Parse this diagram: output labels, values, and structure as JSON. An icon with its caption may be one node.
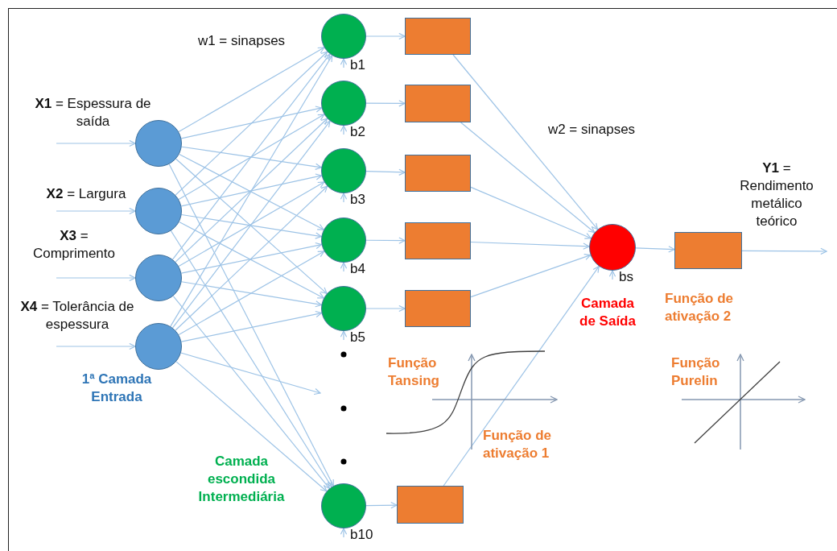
{
  "diagram": {
    "nodes": [
      {
        "text": [],
        "shape": "circle",
        "beside": [
          "**X1** = Espessura de saída"
        ]
      },
      {
        "text": [],
        "shape": "circle",
        "beside": [
          "**X2** = Largura"
        ]
      },
      {
        "text": [],
        "shape": "circle",
        "beside": [
          "**X3** = Comprimento"
        ]
      },
      {
        "text": [],
        "shape": "circle",
        "beside": [
          "**X4** = Tolerância de espessura"
        ]
      },
      {
        "text": [],
        "shape": "circle"
      },
      {
        "text": [],
        "shape": "circle"
      },
      {
        "text": [],
        "shape": "circle"
      },
      {
        "text": [],
        "shape": "circle"
      },
      {
        "text": [],
        "shape": "circle"
      },
      {
        "text": [],
        "shape": "circle"
      },
      {
        "text": [],
        "shape": "box"
      },
      {
        "text": [],
        "shape": "box"
      },
      {
        "text": [],
        "shape": "box"
      },
      {
        "text": [],
        "shape": "box"
      },
      {
        "text": [],
        "shape": "box"
      },
      {
        "text": [],
        "shape": "box"
      },
      {
        "text": [],
        "shape": "circle"
      },
      {
        "text": [],
        "shape": "box"
      }
    ],
    "edges": [
      {
        "from": null,
        "to": 0,
        "arrow": "to"
      },
      {
        "from": null,
        "to": 1,
        "arrow": "to"
      },
      {
        "from": null,
        "to": 2,
        "arrow": "to"
      },
      {
        "from": null,
        "to": 3,
        "arrow": "to"
      },
      {
        "from": 0,
        "to": 4,
        "arrow": "to"
      },
      {
        "from": 0,
        "to": 5,
        "arrow": "to"
      },
      {
        "from": 0,
        "to": 6,
        "arrow": "to"
      },
      {
        "from": 0,
        "to": 7,
        "arrow": "to"
      },
      {
        "from": 0,
        "to": 8,
        "arrow": "to"
      },
      {
        "from": 0,
        "to": 9,
        "arrow": "to"
      },
      {
        "from": 1,
        "to": 4,
        "arrow": "to"
      },
      {
        "from": 1,
        "to": 5,
        "arrow": "to"
      },
      {
        "from": 1,
        "to": 6,
        "arrow": "to"
      },
      {
        "from": 1,
        "to": 7,
        "arrow": "to"
      },
      {
        "from": 1,
        "to": 8,
        "arrow": "to"
      },
      {
        "from": 1,
        "to": 9,
        "arrow": "to"
      },
      {
        "from": 2,
        "to": 4,
        "arrow": "to"
      },
      {
        "from": 2,
        "to": 5,
        "arrow": "to"
      },
      {
        "from": 2,
        "to": 6,
        "arrow": "to"
      },
      {
        "from": 2,
        "to": 7,
        "arrow": "to"
      },
      {
        "from": 2,
        "to": 8,
        "arrow": "to"
      },
      {
        "from": 2,
        "to": 9,
        "arrow": "to"
      },
      {
        "from": 3,
        "to": 4,
        "arrow": "to"
      },
      {
        "from": 3,
        "to": 5,
        "arrow": "to"
      },
      {
        "from": 3,
        "to": 6,
        "arrow": "to"
      },
      {
        "from": 3,
        "to": 7,
        "arrow": "to"
      },
      {
        "from": 3,
        "to": 8,
        "arrow": "to"
      },
      {
        "from": 3,
        "to": 9,
        "arrow": "to"
      },
      {
        "from": 3,
        "to": null,
        "arrow": "to"
      },
      {
        "from": null,
        "to": 4,
        "arrow": "to",
        "label": "b1"
      },
      {
        "from": null,
        "to": 5,
        "arrow": "to",
        "label": "b2"
      },
      {
        "from": null,
        "to": 6,
        "arrow": "to",
        "label": "b3"
      },
      {
        "from": null,
        "to": 7,
        "arrow": "to",
        "label": "b4"
      },
      {
        "from": null,
        "to": 8,
        "arrow": "to",
        "label": "b5"
      },
      {
        "from": null,
        "to": 9,
        "arrow": "to",
        "label": "b10"
      },
      {
        "from": 4,
        "to": 10,
        "arrow": "to"
      },
      {
        "from": 5,
        "to": 11,
        "arrow": "to"
      },
      {
        "from": 6,
        "to": 12,
        "arrow": "to"
      },
      {
        "from": 7,
        "to": 13,
        "arrow": "to"
      },
      {
        "from": 8,
        "to": 14,
        "arrow": "to"
      },
      {
        "from": 9,
        "to": 15,
        "arrow": "to"
      },
      {
        "from": 10,
        "to": 16,
        "arrow": "to"
      },
      {
        "from": 11,
        "to": 16,
        "arrow": "to"
      },
      {
        "from": 12,
        "to": 16,
        "arrow": "to"
      },
      {
        "from": 13,
        "to": 16,
        "arrow": "to"
      },
      {
        "from": 14,
        "to": 16,
        "arrow": "to"
      },
      {
        "from": 15,
        "to": 16,
        "arrow": "to"
      },
      {
        "from": null,
        "to": 16,
        "arrow": "to",
        "label": "bs"
      },
      {
        "from": 16,
        "to": 17,
        "arrow": "to"
      },
      {
        "from": 17,
        "to": null,
        "arrow": "to",
        "label": "**Y1** = Rendimento metálico teórico"
      }
    ],
    "labels": [
      "w1 = sinapses",
      "w2 = sinapses",
      "1ª Camada Entrada",
      "Camada escondida Intermediária",
      "Função Tansing",
      "Função de ativação 1",
      "Camada de Saída",
      "Função de ativação 2",
      "Função Purelin"
    ]
  }
}
